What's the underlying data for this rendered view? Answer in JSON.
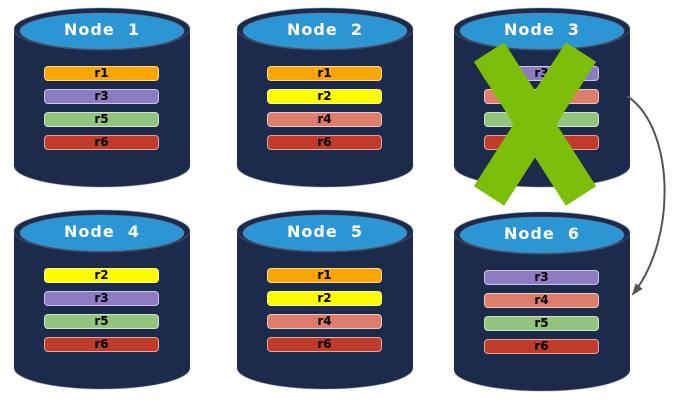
{
  "diagram": {
    "description_labels": [],
    "colors": {
      "background": "#FFFFFF",
      "cylinder_body": "#1C2A4B",
      "cylinder_top": "#2C96D4",
      "title_text": "#FFFFFF",
      "row_text": "#000000",
      "failure_x": "#7DBE0A",
      "arrow": "#555555"
    },
    "nodes": [
      {
        "title": "Node  1",
        "failed": false,
        "rows": [
          {
            "label": "r1",
            "color": "#F9A602"
          },
          {
            "label": "r3",
            "color": "#8E7CC3"
          },
          {
            "label": "r5",
            "color": "#93C47D"
          },
          {
            "label": "r6",
            "color": "#C13B2B"
          }
        ]
      },
      {
        "title": "Node  2",
        "failed": false,
        "rows": [
          {
            "label": "r1",
            "color": "#F9A602"
          },
          {
            "label": "r2",
            "color": "#FDFD00"
          },
          {
            "label": "r4",
            "color": "#DC7E6B"
          },
          {
            "label": "r6",
            "color": "#C13B2B"
          }
        ]
      },
      {
        "title": "Node  3",
        "failed": true,
        "rows": [
          {
            "label": "r3",
            "color": "#8E7CC3"
          },
          {
            "label": "r4",
            "color": "#DC7E6B"
          },
          {
            "label": "r5",
            "color": "#93C47D"
          },
          {
            "label": "r6",
            "color": "#C13B2B"
          }
        ]
      },
      {
        "title": "Node  4",
        "failed": false,
        "rows": [
          {
            "label": "r2",
            "color": "#FDFD00"
          },
          {
            "label": "r3",
            "color": "#8E7CC3"
          },
          {
            "label": "r5",
            "color": "#93C47D"
          },
          {
            "label": "r6",
            "color": "#C13B2B"
          }
        ]
      },
      {
        "title": "Node  5",
        "failed": false,
        "rows": [
          {
            "label": "r1",
            "color": "#F9A602"
          },
          {
            "label": "r2",
            "color": "#FDFD00"
          },
          {
            "label": "r4",
            "color": "#DC7E6B"
          },
          {
            "label": "r6",
            "color": "#C13B2B"
          }
        ]
      },
      {
        "title": "Node  6",
        "failed": false,
        "rows": [
          {
            "label": "r3",
            "color": "#8E7CC3"
          },
          {
            "label": "r4",
            "color": "#DC7E6B"
          },
          {
            "label": "r5",
            "color": "#93C47D"
          },
          {
            "label": "r6",
            "color": "#C13B2B"
          }
        ]
      }
    ],
    "annotations": {
      "failure_x_on": "Node 3",
      "arrow_from": "Node 3",
      "arrow_to": "Node 6"
    }
  }
}
